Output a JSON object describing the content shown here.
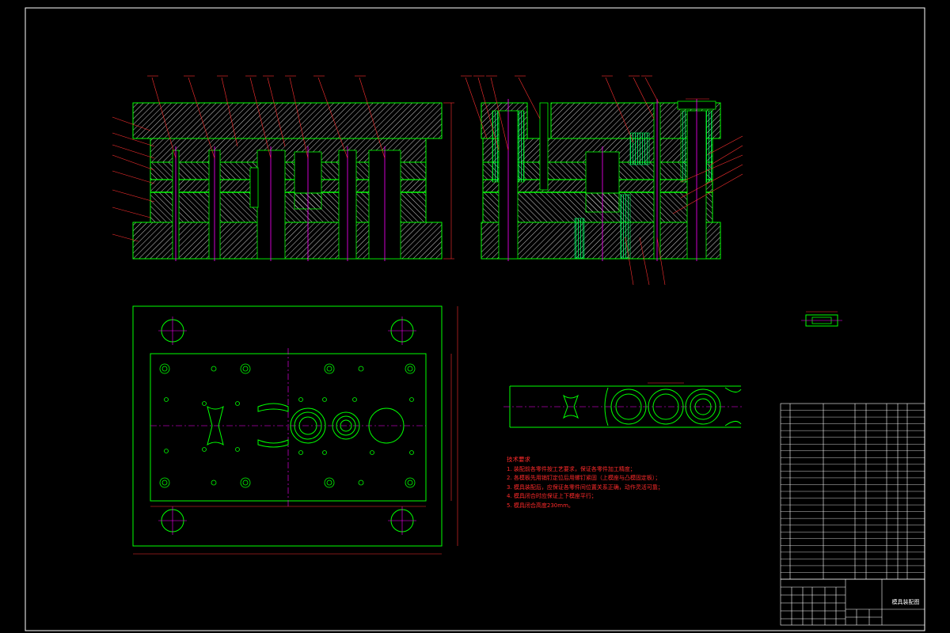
{
  "colors": {
    "background": "#000000",
    "frame": "#ffffff",
    "outline": "#00ff00",
    "hatch": "#ffffff",
    "centerline": "#ff00ff",
    "annotation": "#ff2a2a",
    "leader": "#ff3030",
    "spring": "#00ff66"
  },
  "notes": {
    "title": "技术要求",
    "items": [
      "1. 装配前各零件按工艺要求，保证各零件加工精度；",
      "2. 各模板先用销钉定位后用螺钉紧固（上模座与凸模固定板）；",
      "3. 模具装配后，应保证各零件间位置关系正确，动作灵活可靠；",
      "4. 模具闭合时应保证上下模座平行；",
      "5. 模具闭合高度230mm。"
    ]
  },
  "title_block": {
    "drawing_name": "模具装配图"
  }
}
